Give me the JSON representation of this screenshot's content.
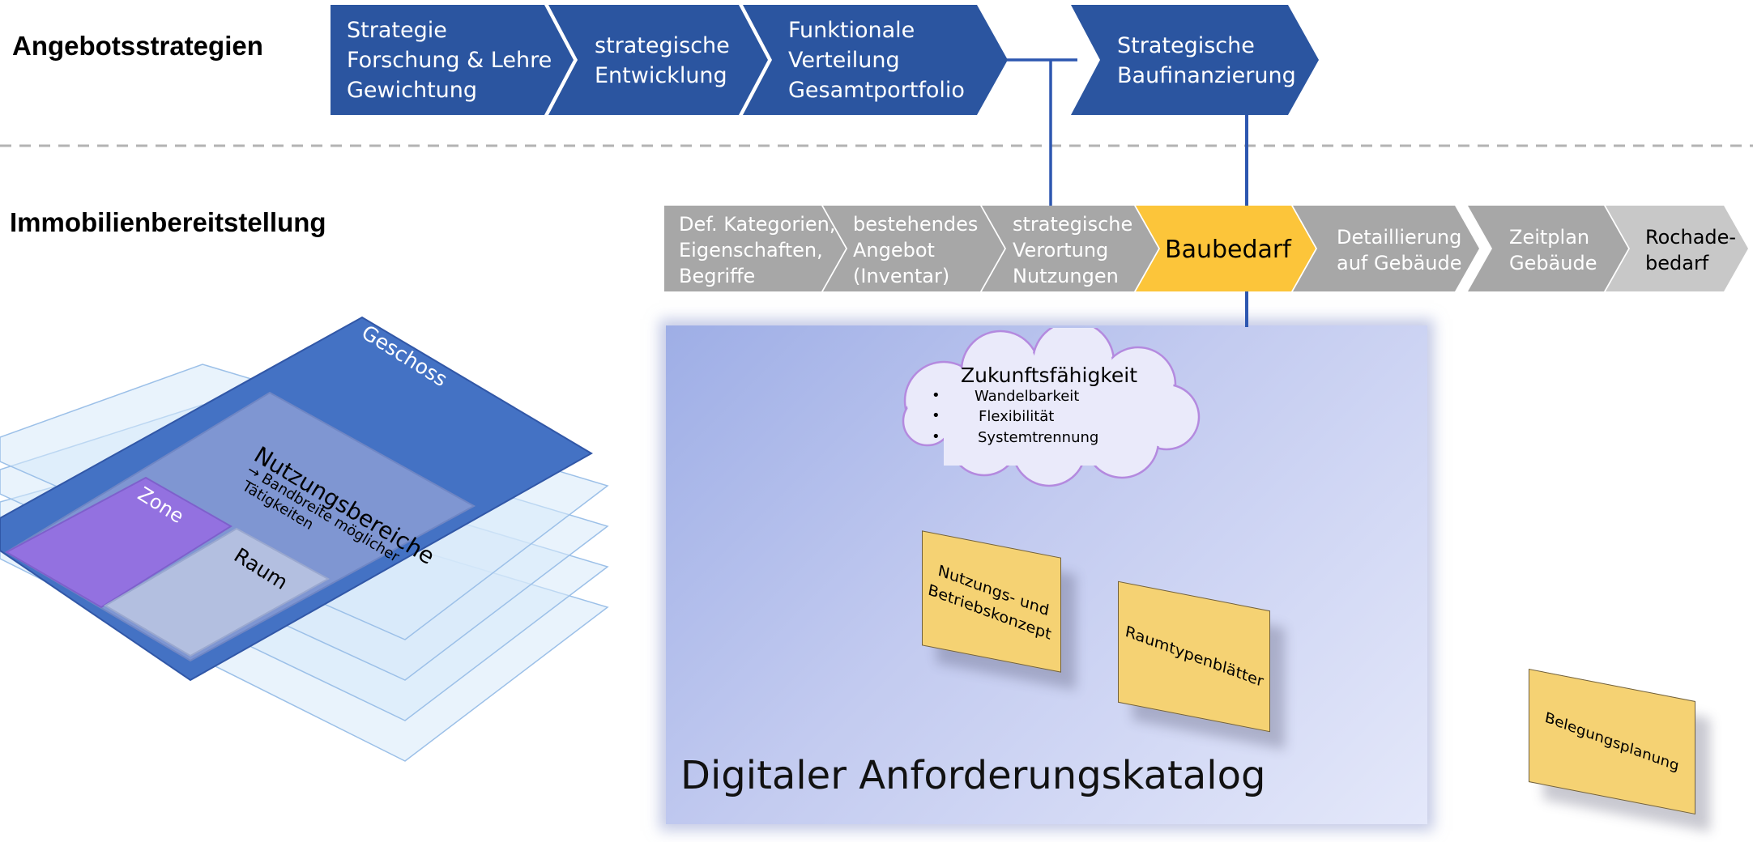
{
  "rows": {
    "angebot_label": "Angebotsstrategien",
    "immobilien_label": "Immobilienbereitstellung"
  },
  "strategy_chevrons": [
    {
      "lines": [
        "Strategie",
        "Forschung & Lehre",
        "Gewichtung"
      ]
    },
    {
      "lines": [
        "strategische",
        "Entwicklung"
      ]
    },
    {
      "lines": [
        "Funktionale",
        "Verteilung",
        "Gesamtportfolio"
      ]
    },
    {
      "lines": [
        "Strategische",
        "Baufinanzierung"
      ]
    }
  ],
  "process_chevrons": [
    {
      "lines": [
        "Def. Kategorien,",
        "Eigenschaften,",
        "Begriffe"
      ]
    },
    {
      "lines": [
        "bestehendes",
        "Angebot",
        "(Inventar)"
      ]
    },
    {
      "lines": [
        "strategische",
        "Verortung",
        "Nutzungen"
      ]
    },
    {
      "lines": [
        "Baubedarf"
      ]
    },
    {
      "lines": [
        "Detaillierung",
        "auf Gebäude"
      ]
    },
    {
      "lines": [
        "Zeitplan",
        "Gebäude"
      ]
    },
    {
      "lines": [
        "Rochade-",
        "bedarf"
      ]
    }
  ],
  "floor_model": {
    "geschoss": "Geschoss",
    "nutzungsbereiche": "Nutzungsbereiche",
    "arrow_line1": "→ Bandbreite möglicher",
    "arrow_line2": "Tätigkeiten",
    "zone": "Zone",
    "raum": "Raum"
  },
  "cloud": {
    "title": "Zukunftsfähigkeit",
    "items": [
      "Wandelbarkeit",
      "Flexibilität",
      "Systemtrennung"
    ]
  },
  "catalog": {
    "title": "Digitaler Anforderungskatalog"
  },
  "notes": {
    "nutzung_line1": "Nutzungs- und",
    "nutzung_line2": "Betriebskonzept",
    "raumtypen": "Raumtypenblätter",
    "belegung": "Belegungsplanung"
  },
  "colors": {
    "strategy_blue": "#2b55a0",
    "process_gray": "#a7a7a7",
    "highlight_yellow": "#fcc53a",
    "connector_blue": "#2d57b0",
    "geschoss_blue": "#4472c4",
    "zone_purple": "#9371e0",
    "note_yellow": "#f5d273"
  }
}
